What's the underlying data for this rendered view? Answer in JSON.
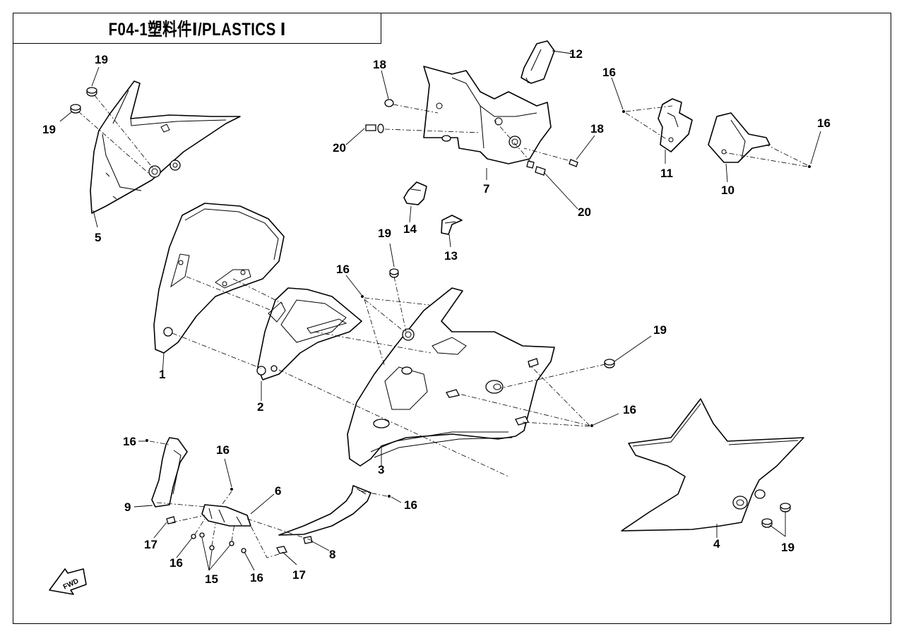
{
  "title": "F04-1塑料件Ⅰ/PLASTICS Ⅰ",
  "fwd_label": "FWD",
  "callouts": [
    {
      "id": "c19a",
      "text": "19"
    },
    {
      "id": "c19b",
      "text": "19"
    },
    {
      "id": "c5",
      "text": "5"
    },
    {
      "id": "c18a",
      "text": "18"
    },
    {
      "id": "c20a",
      "text": "20"
    },
    {
      "id": "c12",
      "text": "12"
    },
    {
      "id": "c18b",
      "text": "18"
    },
    {
      "id": "c7",
      "text": "7"
    },
    {
      "id": "c20b",
      "text": "20"
    },
    {
      "id": "c16a",
      "text": "16"
    },
    {
      "id": "c11",
      "text": "11"
    },
    {
      "id": "c16b",
      "text": "16"
    },
    {
      "id": "c10",
      "text": "10"
    },
    {
      "id": "c14",
      "text": "14"
    },
    {
      "id": "c13",
      "text": "13"
    },
    {
      "id": "c19c",
      "text": "19"
    },
    {
      "id": "c16c",
      "text": "16"
    },
    {
      "id": "c1",
      "text": "1"
    },
    {
      "id": "c2",
      "text": "2"
    },
    {
      "id": "c19d",
      "text": "19"
    },
    {
      "id": "c16d",
      "text": "16"
    },
    {
      "id": "c3",
      "text": "3"
    },
    {
      "id": "c16e",
      "text": "16"
    },
    {
      "id": "c16f",
      "text": "16"
    },
    {
      "id": "c6",
      "text": "6"
    },
    {
      "id": "c9",
      "text": "9"
    },
    {
      "id": "c16g",
      "text": "16"
    },
    {
      "id": "c17a",
      "text": "17"
    },
    {
      "id": "c16h",
      "text": "16"
    },
    {
      "id": "c15",
      "text": "15"
    },
    {
      "id": "c16i",
      "text": "16"
    },
    {
      "id": "c17b",
      "text": "17"
    },
    {
      "id": "c8",
      "text": "8"
    },
    {
      "id": "c4",
      "text": "4"
    },
    {
      "id": "c19e",
      "text": "19"
    }
  ]
}
